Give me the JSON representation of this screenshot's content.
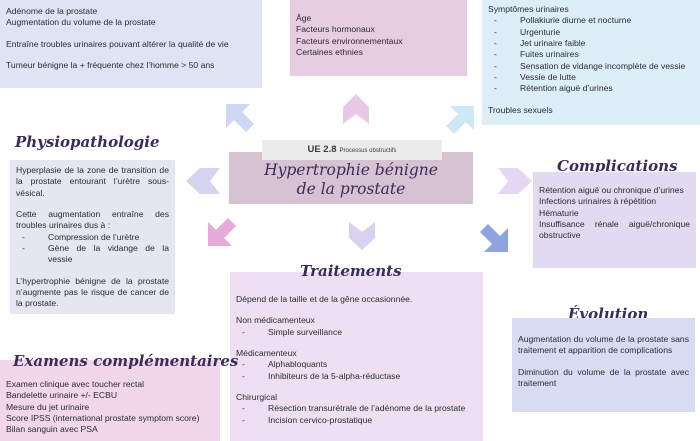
{
  "definition": {
    "lines": [
      "Adénome de la prostate",
      "Augmentation du volume de la prostate",
      "Entraîne troubles urinaires pouvant altérer la qualité de vie",
      "Tumeur bénigne la + fréquente chez l’homme > 50 ans"
    ]
  },
  "facteurs": {
    "lines": [
      "Âge",
      "Facteurs hormonaux",
      "Facteurs environnementaux",
      "Certaines ethnies"
    ]
  },
  "symptomes": {
    "heading": "Symptômes urinaires",
    "items": [
      "Pollakiurie diurne et nocturne",
      "Urgenturie",
      "Jet urinaire faible",
      "Fuites urinaires",
      "Sensation de vidange incomplète de vessie",
      "Vessie de lutte",
      "Rétention aiguë d’urines"
    ],
    "footer": "Troubles sexuels"
  },
  "center": {
    "ue_label": "UE 2.8",
    "ue_sub": "Processus obstructifs",
    "title_line1": "Hypertrophie bénigne",
    "title_line2": "de la prostate"
  },
  "physio": {
    "title": "Physiopathologie",
    "p1": "Hyperplasie de la zone de transition de la prostate entourant l’urètre sous-vésical.",
    "p2": "Cette augmentation entraîne des troubles urinaires dus à :",
    "items": [
      "Compression de l’urètre",
      "Gène de la vidange de la vessie"
    ],
    "p3": "L’hypertrophie bénigne de la prostate n’augmente pas le risque de cancer de la prostate."
  },
  "complications": {
    "title": "Complications",
    "lines": [
      "Rétention aiguë ou chronique d’urines",
      "Infections urinaires à répétition",
      "Hématurie",
      "Insuffisance rénale aiguë/chronique obstructive"
    ]
  },
  "traitements": {
    "title": "Traitements",
    "intro": "Dépend de la taille et de la gêne occasionnée.",
    "groups": [
      {
        "label": "Non médicamenteux",
        "items": [
          "Simple surveillance"
        ]
      },
      {
        "label": "Médicamenteux",
        "items": [
          "Alphabloquants",
          "Inhibiteurs de la 5-alpha-réductase"
        ]
      },
      {
        "label": "Chirurgical",
        "items": [
          "Résection transurétrale de l’adénome de la prostate",
          "Incision cervico-prostatique"
        ]
      }
    ]
  },
  "evolution": {
    "title": "Évolution",
    "p1": "Augmentation du volume de la prostate sans traitement et apparition de complications",
    "p2": "Diminution du volume de la prostate avec traitement"
  },
  "examens": {
    "title": "Examens complémentaires",
    "lines": [
      "Examen clinique avec toucher rectal",
      "Bandelette urinaire +/- ECBU",
      "Mesure du jet urinaire",
      "Score IPSS (international prostate symptom score)",
      "Bilan sanguin avec PSA"
    ]
  },
  "colors": {
    "arrow_purple": "#e9c8e6",
    "arrow_blue": "#cfd8f2",
    "arrow_lavender": "#d6d3ee",
    "arrow_dark_blue": "#8ea4e0",
    "arrow_pink": "#e6a9d8"
  }
}
